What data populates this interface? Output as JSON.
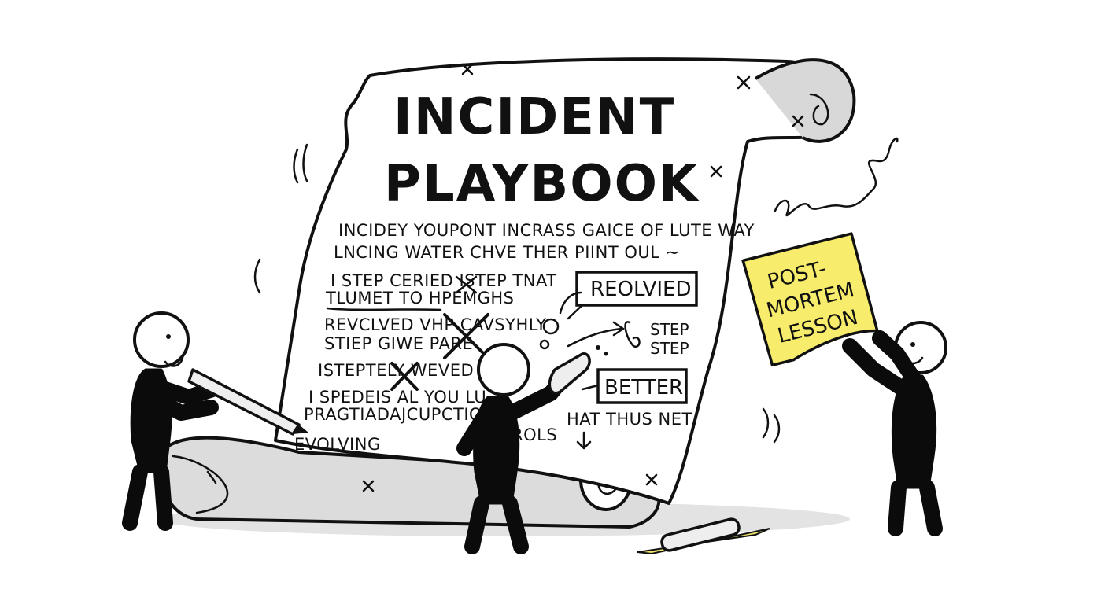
{
  "scroll": {
    "title_line1": "INCIDENT",
    "title_line2": "PLAYBOOK",
    "lines": [
      "INCIDEY YOUPONT INCRASS GAICE OF LUTE WAY",
      "LNCING WATER CHVE THER PIINT OUL ~",
      "I STEP CERIED ISTEP TNAT",
      "TLUMET TO HPEMGHS",
      "REVCLVED VHP CAVSYHLY",
      "STIEP GIWE PARE",
      "ISTEPTELY WEVED EP",
      "I SPEDEIS AL YOU LU",
      "HAT THUS NET",
      "PRAGTIADAJCUPCTIO",
      "ROLS",
      "EVOLVING"
    ],
    "boxes": {
      "resolved": "REOLVIED",
      "better": "BETTER"
    },
    "steps": [
      "STEP",
      "STEP"
    ]
  },
  "sticky_note": {
    "line1": "POST-",
    "line2": "MORTEM",
    "line3": "LESSON",
    "color": "#f7ec6c"
  },
  "colors": {
    "ink": "#111111",
    "paper": "#ffffff",
    "shadow": "#d6d6d6",
    "eraser_pad": "#f2e66a"
  }
}
